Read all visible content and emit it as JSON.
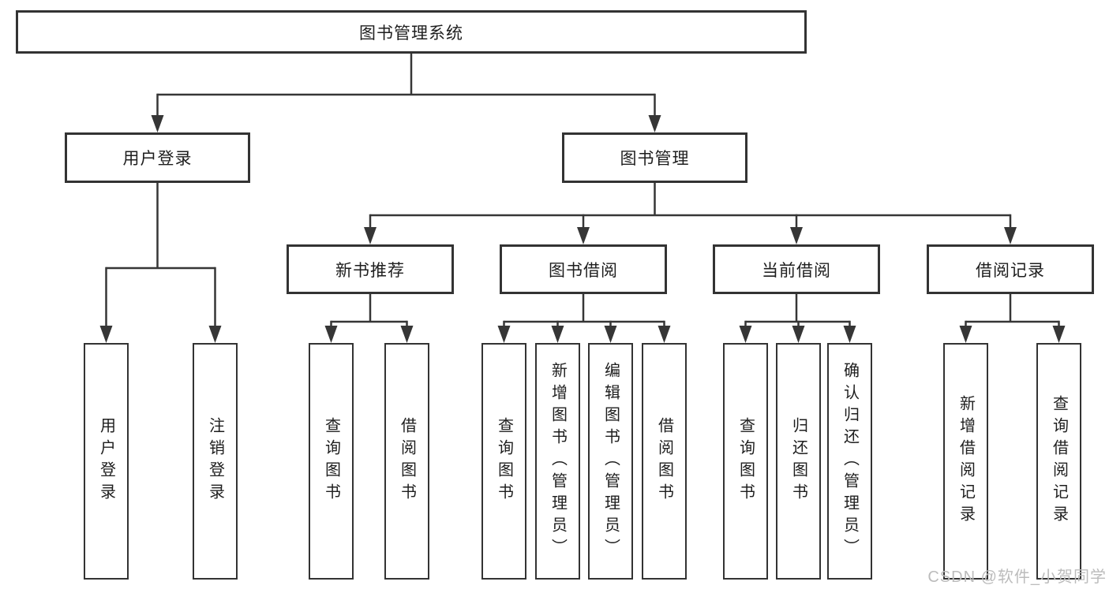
{
  "colors": {
    "line": "#363636",
    "border": "#333333",
    "text": "#1e1e1e",
    "watermark": "#bcbcbc",
    "bg": "#ffffff"
  },
  "watermark": "CSDN @软件_小贺同学",
  "tree": {
    "label": "图书管理系统",
    "children": [
      {
        "label": "用户登录",
        "children": [
          {
            "label": "用户登录"
          },
          {
            "label": "注销登录"
          }
        ]
      },
      {
        "label": "图书管理",
        "children": [
          {
            "label": "新书推荐",
            "children": [
              {
                "label": "查询图书"
              },
              {
                "label": "借阅图书"
              }
            ]
          },
          {
            "label": "图书借阅",
            "children": [
              {
                "label": "查询图书"
              },
              {
                "label": "新增图书（管理员）"
              },
              {
                "label": "编辑图书（管理员）"
              },
              {
                "label": "借阅图书"
              }
            ]
          },
          {
            "label": "当前借阅",
            "children": [
              {
                "label": "查询图书"
              },
              {
                "label": "归还图书"
              },
              {
                "label": "确认归还（管理员）"
              }
            ]
          },
          {
            "label": "借阅记录",
            "children": [
              {
                "label": "新增借阅记录"
              },
              {
                "label": "查询借阅记录"
              }
            ]
          }
        ]
      }
    ]
  }
}
